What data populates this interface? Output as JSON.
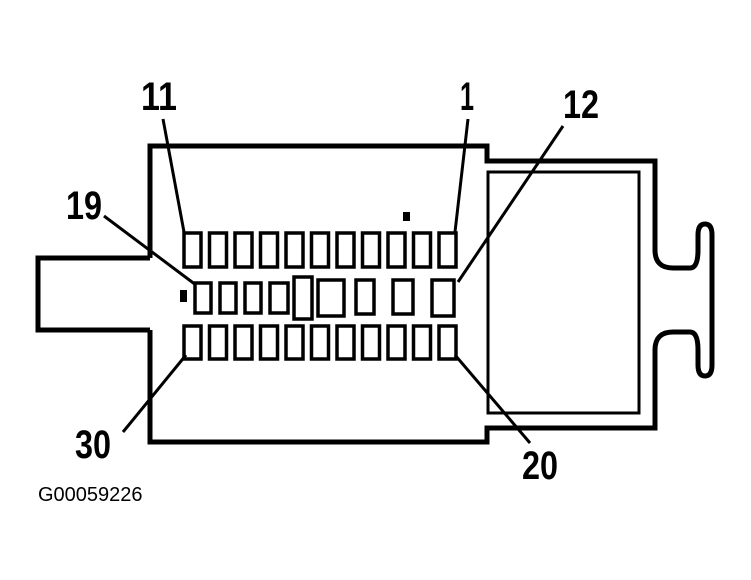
{
  "figure": {
    "caption": "G00059226",
    "line_color": "#000000",
    "background": "#ffffff"
  },
  "connector": {
    "pin_labels": {
      "top_left": "11",
      "top_right": "1",
      "middle_left": "19",
      "middle_right": "12",
      "bottom_left": "30",
      "bottom_right": "20"
    },
    "rows": {
      "top": {
        "first_pin": 1,
        "last_pin": 11,
        "count": 11
      },
      "middle": {
        "first_pin": 12,
        "last_pin": 19,
        "count": 8
      },
      "bottom": {
        "first_pin": 20,
        "last_pin": 30,
        "count": 11
      }
    }
  }
}
